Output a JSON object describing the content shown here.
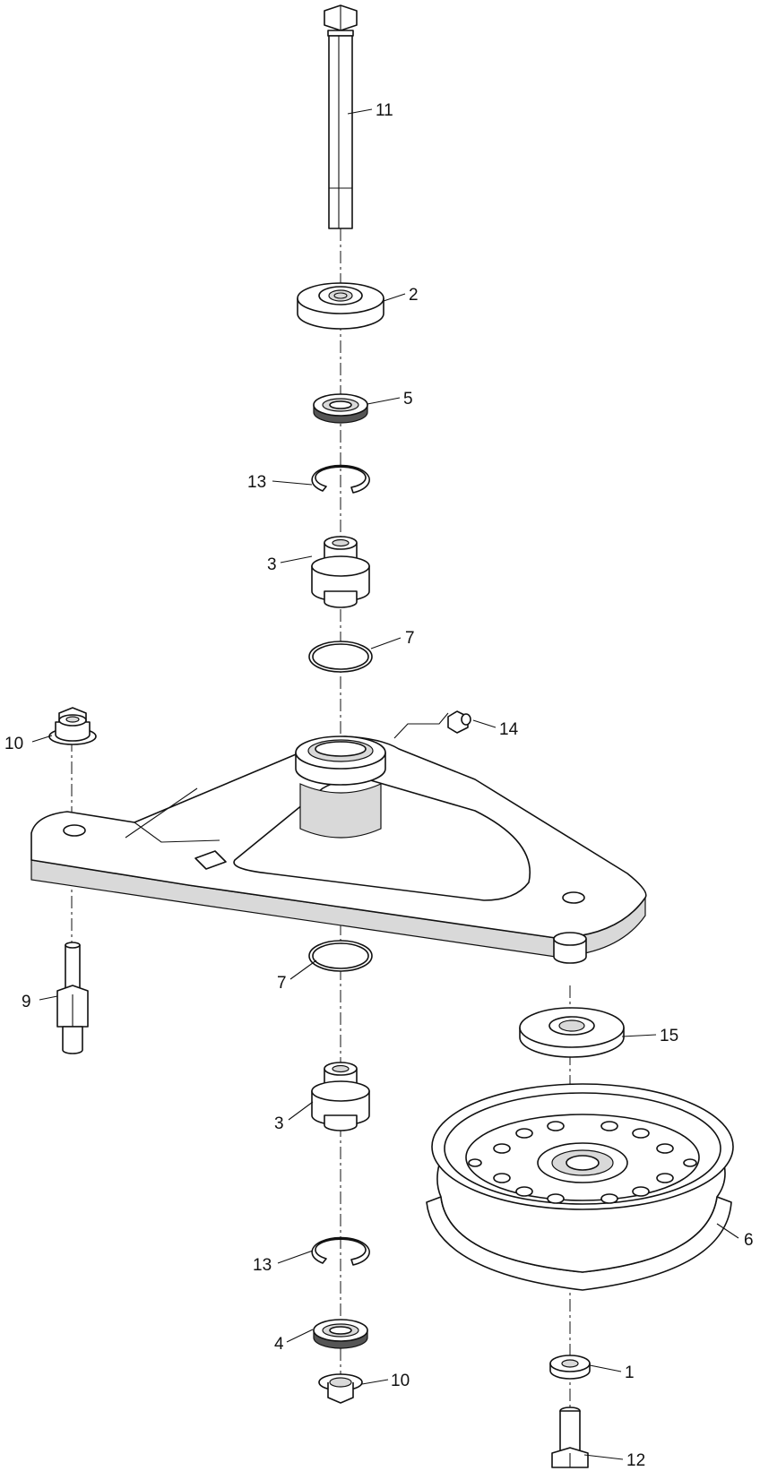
{
  "callouts": {
    "bolt_long": "11",
    "pulley_cap_top": "2",
    "seal_top": "5",
    "retaining_ring_top": "13",
    "bearing_top": "3",
    "o_ring_top": "7",
    "nut_left": "10",
    "grease_fitting": "14",
    "stud": "9",
    "o_ring_bottom": "7",
    "bearing_bottom": "3",
    "spacer_washer": "15",
    "idler_pulley": "6",
    "retaining_ring_bottom": "13",
    "seal_bottom": "4",
    "nut_bottom": "10",
    "washer": "1",
    "bolt_short": "12"
  }
}
